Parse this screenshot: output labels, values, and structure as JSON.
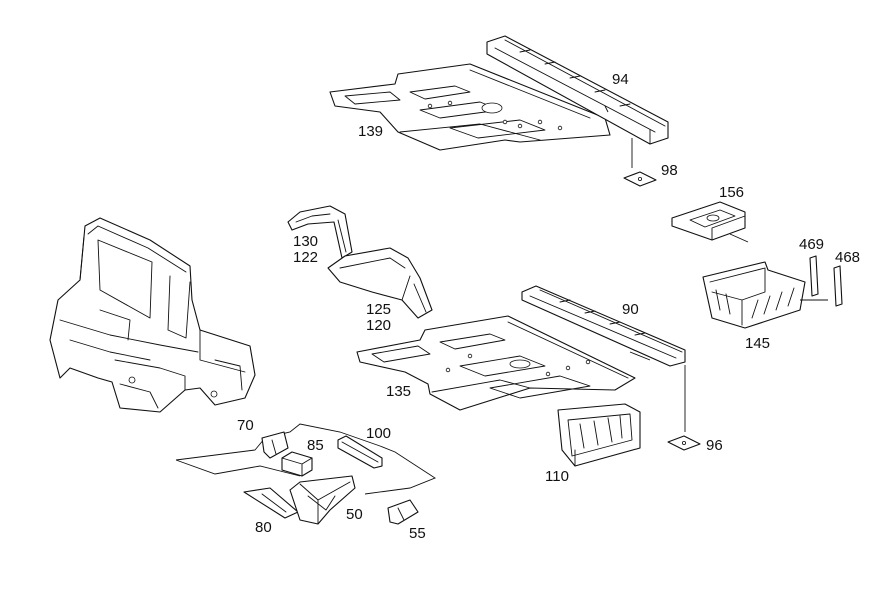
{
  "callouts": {
    "c94": "94",
    "c139": "139",
    "c98": "98",
    "c156": "156",
    "c130": "130",
    "c122": "122",
    "c469": "469",
    "c468": "468",
    "c125": "125",
    "c120": "120",
    "c90": "90",
    "c145": "145",
    "c135": "135",
    "c70": "70",
    "c100": "100",
    "c85": "85",
    "c96": "96",
    "c110": "110",
    "c50": "50",
    "c80": "80",
    "c55": "55"
  }
}
